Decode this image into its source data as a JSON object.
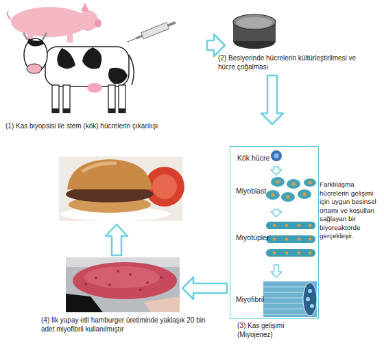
{
  "diagram": {
    "nodes": [
      {
        "text": [
          "(1) Kas biyopsisi ile stem (kök) hücrelerin çıkarılışı"
        ]
      },
      {
        "text": [
          "(2) Besiyerinde hücrelerin kültürleştirilmesi ve hücre çoğalması"
        ]
      },
      {
        "text": [
          "(3) Kas gelişimi (Miyojenez)"
        ]
      },
      {
        "text": [
          "Kök hücre"
        ],
        "in": 2
      },
      {
        "text": [
          "Miyoblast"
        ],
        "in": 2
      },
      {
        "text": [
          "Miyotüpler"
        ],
        "in": 2
      },
      {
        "text": [
          "Miyofibril"
        ],
        "in": 2
      },
      {
        "text": [
          "(4) İlk yapay etli hamburger üretiminde yaklaşık 20 bin adet miyofibril kullanılmıştır"
        ]
      }
    ],
    "edges": [
      {
        "from": 0,
        "to": 1,
        "arrow": "to"
      },
      {
        "from": 1,
        "to": 2,
        "arrow": "to"
      },
      {
        "from": 3,
        "to": 4,
        "arrow": "to"
      },
      {
        "from": 4,
        "to": 5,
        "arrow": "to"
      },
      {
        "from": 5,
        "to": 6,
        "arrow": "to"
      },
      {
        "from": 2,
        "to": 7,
        "arrow": "to"
      }
    ],
    "labels": [
      "Farklılaşma hücrelerin gelişimi için uygun besinsel ortamı ve koşulları sağlayan bir biyoreaktörde gerçekleşir."
    ]
  }
}
